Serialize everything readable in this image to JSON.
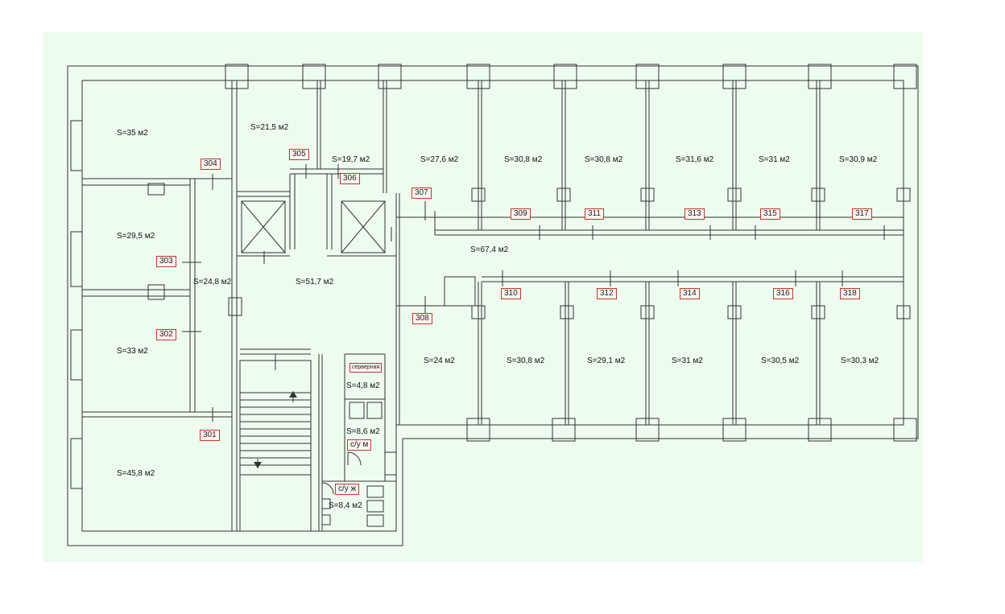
{
  "colors": {
    "background": "#eefbef",
    "wall": "#333333",
    "label_border": "#c0392b"
  },
  "rooms": {
    "r301": {
      "number": "301",
      "area": "S=45,8 м2"
    },
    "r302": {
      "number": "302",
      "area": "S=33 м2"
    },
    "r303": {
      "number": "303",
      "area": "S=29,5 м2"
    },
    "r304": {
      "number": "304",
      "area": "S=35 м2"
    },
    "r305": {
      "number": "305",
      "area": "S=21,5 м2"
    },
    "r306": {
      "number": "306",
      "area": "S=19,7 м2"
    },
    "r307": {
      "number": "307",
      "area": "S=27,6 м2"
    },
    "r308": {
      "number": "308",
      "area": "S=24 м2"
    },
    "r309": {
      "number": "309",
      "area": "S=30,8 м2"
    },
    "r310": {
      "number": "310",
      "area": "S=30,8 м2"
    },
    "r311": {
      "number": "311",
      "area": "S=30,8 м2"
    },
    "r312": {
      "number": "312",
      "area": "S=29,1 м2"
    },
    "r313": {
      "number": "313",
      "area": "S=31,6 м2"
    },
    "r314": {
      "number": "314",
      "area": "S=31 м2"
    },
    "r315": {
      "number": "315",
      "area": "S=31 м2"
    },
    "r316": {
      "number": "316",
      "area": "S=30,5 м2"
    },
    "r317": {
      "number": "317",
      "area": "S=30,9 м2"
    },
    "r318": {
      "number": "318",
      "area": "S=30,3 м2"
    }
  },
  "common": {
    "corridor_left": "S=24,8 м2",
    "hall": "S=51,7 м2",
    "corridor_main": "S=67,4 м2",
    "server_room": {
      "label": "серверная",
      "area": "S=4,8 м2"
    },
    "wc_men": {
      "label": "с/у м",
      "area": "S=8,6 м2"
    },
    "wc_women": {
      "label": "с/у ж",
      "area": "S=8,4 м2"
    }
  }
}
